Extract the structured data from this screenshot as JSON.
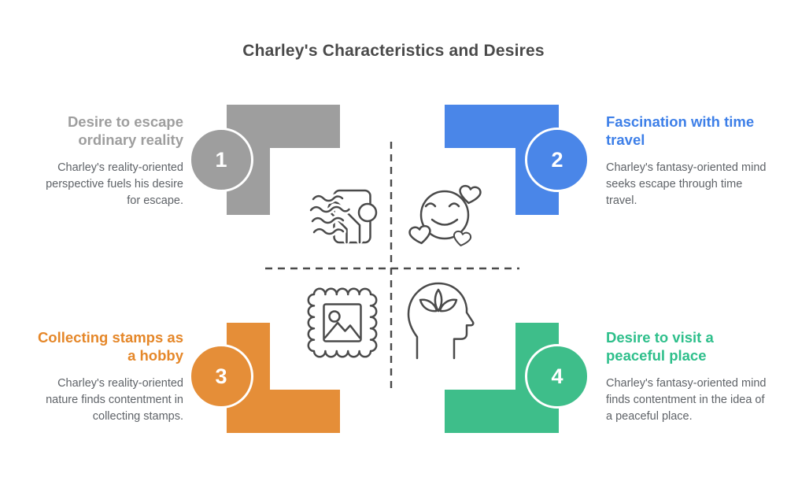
{
  "title": "Charley's Characteristics and Desires",
  "quadrants": {
    "q1": {
      "number": "1",
      "heading": "Desire to escape ordinary reality",
      "body": "Charley's reality-oriented perspective fuels his desire for escape.",
      "accent_color": "#9E9E9E",
      "icon": "postcard-in-wind-icon"
    },
    "q2": {
      "number": "2",
      "heading": "Fascination with time travel",
      "body": "Charley's fantasy-oriented mind seeks escape through time travel.",
      "accent_color": "#4A86E8",
      "icon": "smiling-face-with-hearts-icon"
    },
    "q3": {
      "number": "3",
      "heading": "Collecting stamps as a hobby",
      "body": "Charley's reality-oriented nature finds contentment in collecting stamps.",
      "accent_color": "#E58E38",
      "icon": "postage-stamp-icon"
    },
    "q4": {
      "number": "4",
      "heading": "Desire to visit a peaceful place",
      "body": "Charley's fantasy-oriented mind finds contentment in the idea of a peaceful place.",
      "accent_color": "#3EBE8A",
      "icon": "mindful-head-icon"
    }
  },
  "style": {
    "title_color": "#4A4A4A",
    "body_text_color": "#5F6368",
    "icon_stroke_color": "#4A4A4A",
    "divider_style": "dashed-cross"
  }
}
